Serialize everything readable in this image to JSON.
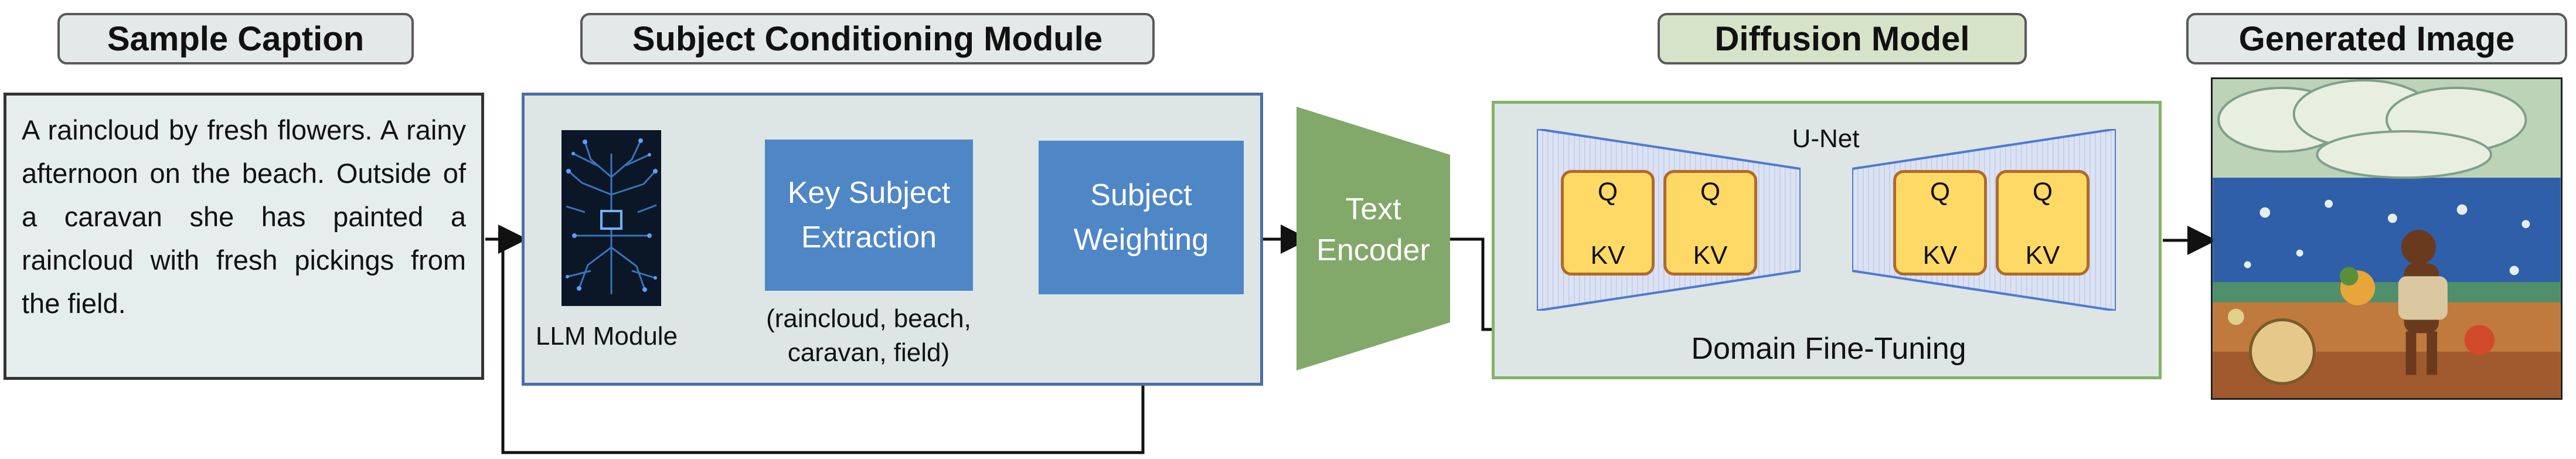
{
  "headers": {
    "caption": "Sample Caption",
    "conditioning": "Subject Conditioning Module",
    "diffusion": "Diffusion Model",
    "generated": "Generated Image"
  },
  "caption_text": "A raincloud by fresh flowers. A rainy afternoon on the beach. Outside of a caravan she has painted a raincloud with fresh pickings from the field.",
  "llm_label": "LLM Module",
  "key_subject": "Key Subject Extraction",
  "subjects": "(raincloud, beach, caravan, field)",
  "weighting": "Subject Weighting",
  "text_encoder": "Text Encoder",
  "unet": "U-Net",
  "attn_q": "Q",
  "attn_kv": "KV",
  "fine_tuning": "Domain Fine-Tuning",
  "colors": {
    "module_blue": "#4f86c6",
    "encoder_green": "#82a86a",
    "attention_yellow": "#ffd966"
  }
}
